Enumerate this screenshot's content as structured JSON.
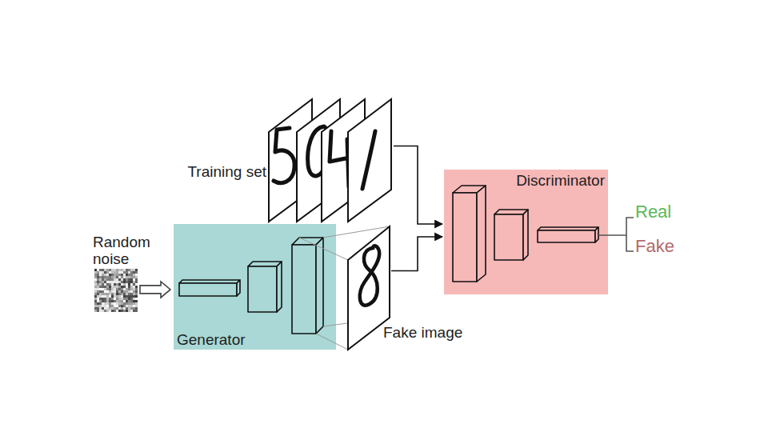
{
  "diagram": {
    "nodes": [
      {
        "text": [
          "Training set"
        ]
      },
      {
        "text": [
          "Random noise"
        ]
      },
      {
        "text": [
          "Generator"
        ]
      },
      {
        "text": [
          "Fake image"
        ]
      },
      {
        "text": [
          "Discriminator"
        ]
      }
    ],
    "edges": [
      {
        "from": 1,
        "to": 2,
        "arrow": "to"
      },
      {
        "from": 0,
        "to": 4,
        "arrow": "to"
      },
      {
        "from": 3,
        "to": 4,
        "arrow": "to"
      }
    ],
    "labels": [
      "Real",
      "Fake"
    ]
  }
}
